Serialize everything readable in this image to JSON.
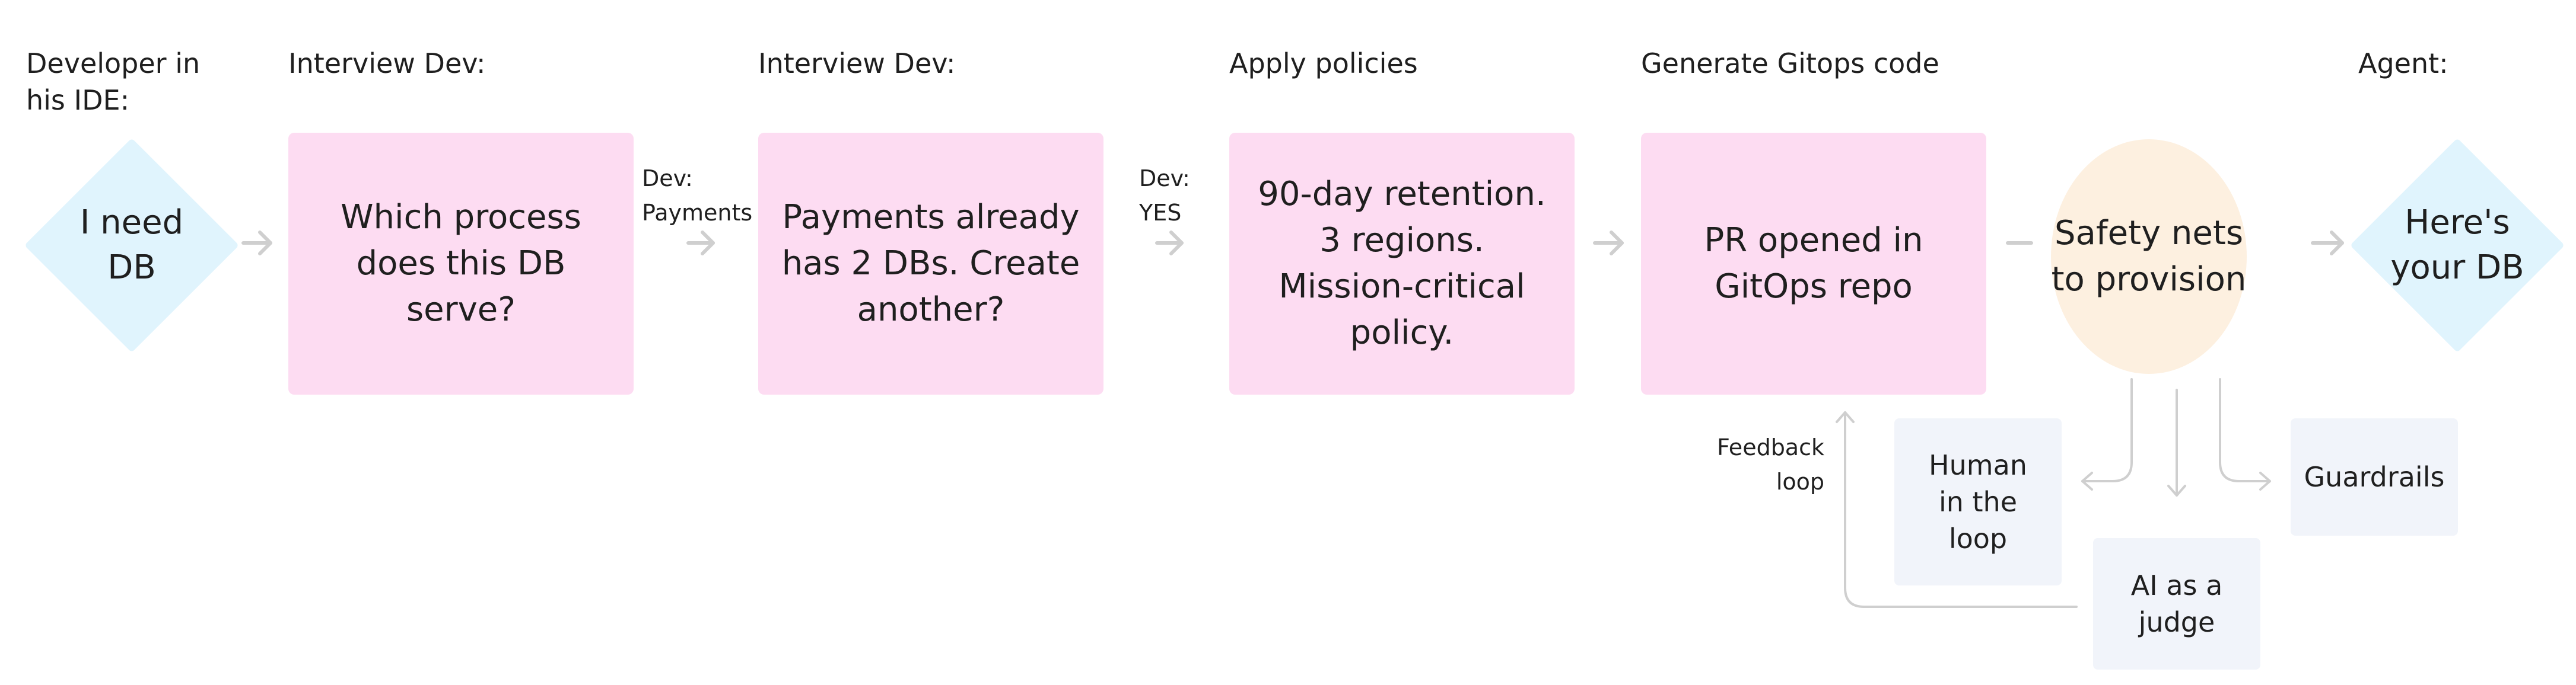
{
  "stages": {
    "developer": "Developer in\nhis IDE:",
    "interview_1": "Interview Dev:",
    "interview_2": "Interview Dev:",
    "policies": "Apply policies",
    "gitops": "Generate Gitops code",
    "agent": "Agent:"
  },
  "nodes": {
    "start": "I need\nDB",
    "question_1": "Which process\ndoes this DB\nserve?",
    "question_2": "Payments already\nhas 2 DBs. Create\nanother?",
    "policy": "90-day retention.\n3 regions.\nMission-critical\npolicy.",
    "pr": "PR opened in\nGitOps repo",
    "safety_nets": "Safety nets\nto provision",
    "end": "Here's\nyour DB"
  },
  "edge_labels": {
    "payments": "Dev:\nPayments",
    "yes": "Dev:\nYES",
    "feedback": "Feedback\nloop"
  },
  "safety_nets": {
    "human": "Human\nin the\nloop",
    "judge": "AI as a\njudge",
    "guardrails": "Guardrails"
  },
  "colors": {
    "question_box": "#fddcf2",
    "terminal_diamond": "#e0f4fd",
    "safety_circle": "#fdf0e0",
    "safety_box": "#f1f4fa",
    "connector": "#cfcfcf"
  }
}
